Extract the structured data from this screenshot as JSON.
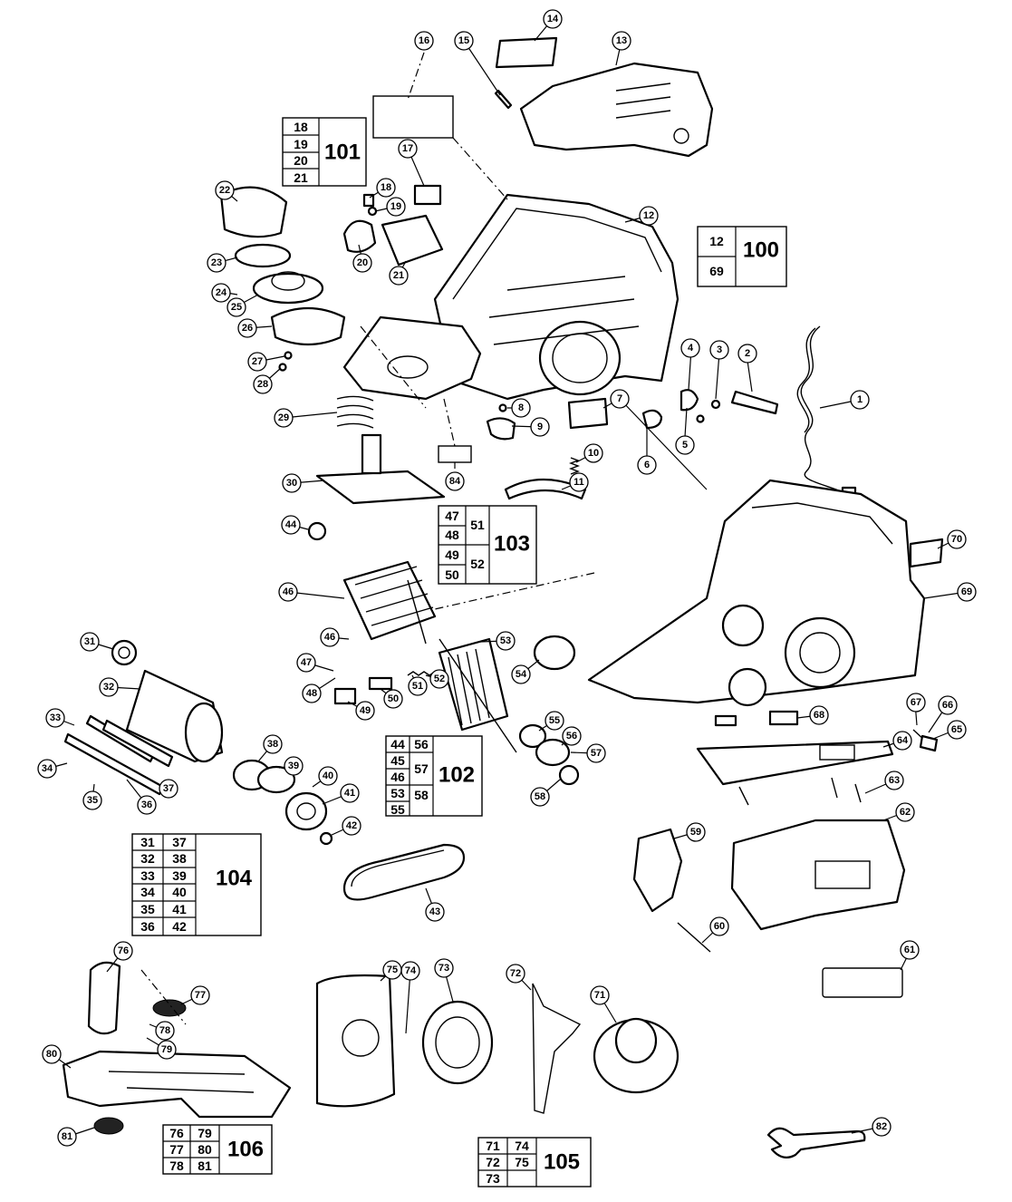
{
  "callouts": [
    "1",
    "2",
    "3",
    "4",
    "5",
    "6",
    "7",
    "8",
    "9",
    "10",
    "11",
    "12",
    "13",
    "14",
    "15",
    "16",
    "17",
    "18",
    "19",
    "20",
    "21",
    "22",
    "23",
    "24",
    "25",
    "26",
    "27",
    "28",
    "29",
    "30",
    "31",
    "32",
    "33",
    "34",
    "35",
    "36",
    "37",
    "38",
    "39",
    "40",
    "41",
    "42",
    "43",
    "44",
    "46",
    "47",
    "48",
    "49",
    "50",
    "51",
    "52",
    "53",
    "54",
    "55",
    "56",
    "57",
    "58",
    "59",
    "60",
    "61",
    "62",
    "63",
    "64",
    "65",
    "66",
    "67",
    "68",
    "69",
    "70",
    "71",
    "72",
    "73",
    "74",
    "75",
    "76",
    "77",
    "78",
    "79",
    "80",
    "81",
    "82",
    "84"
  ],
  "groups": [
    {
      "label": "100",
      "cells": [
        [
          "12"
        ],
        [
          "69"
        ]
      ]
    },
    {
      "label": "101",
      "cells": [
        [
          "18"
        ],
        [
          "19"
        ],
        [
          "20"
        ],
        [
          "21"
        ]
      ]
    },
    {
      "label": "102",
      "cells": [
        [
          "44",
          "56"
        ],
        [
          "45",
          "57"
        ],
        [
          "46",
          "57"
        ],
        [
          "53",
          "58"
        ],
        [
          "55",
          ""
        ]
      ]
    },
    {
      "label": "103",
      "cells": [
        [
          "47",
          "51"
        ],
        [
          "48",
          "51"
        ],
        [
          "49",
          "52"
        ],
        [
          "50",
          "52"
        ]
      ]
    },
    {
      "label": "104",
      "cells": [
        [
          "31",
          "37"
        ],
        [
          "32",
          "38"
        ],
        [
          "33",
          "39"
        ],
        [
          "34",
          "40"
        ],
        [
          "35",
          "41"
        ],
        [
          "36",
          "42"
        ]
      ]
    },
    {
      "label": "105",
      "cells": [
        [
          "71",
          "74"
        ],
        [
          "72",
          "75"
        ],
        [
          "73",
          ""
        ]
      ]
    },
    {
      "label": "106",
      "cells": [
        [
          "76",
          "79"
        ],
        [
          "77",
          "80"
        ],
        [
          "78",
          "81"
        ]
      ]
    }
  ]
}
